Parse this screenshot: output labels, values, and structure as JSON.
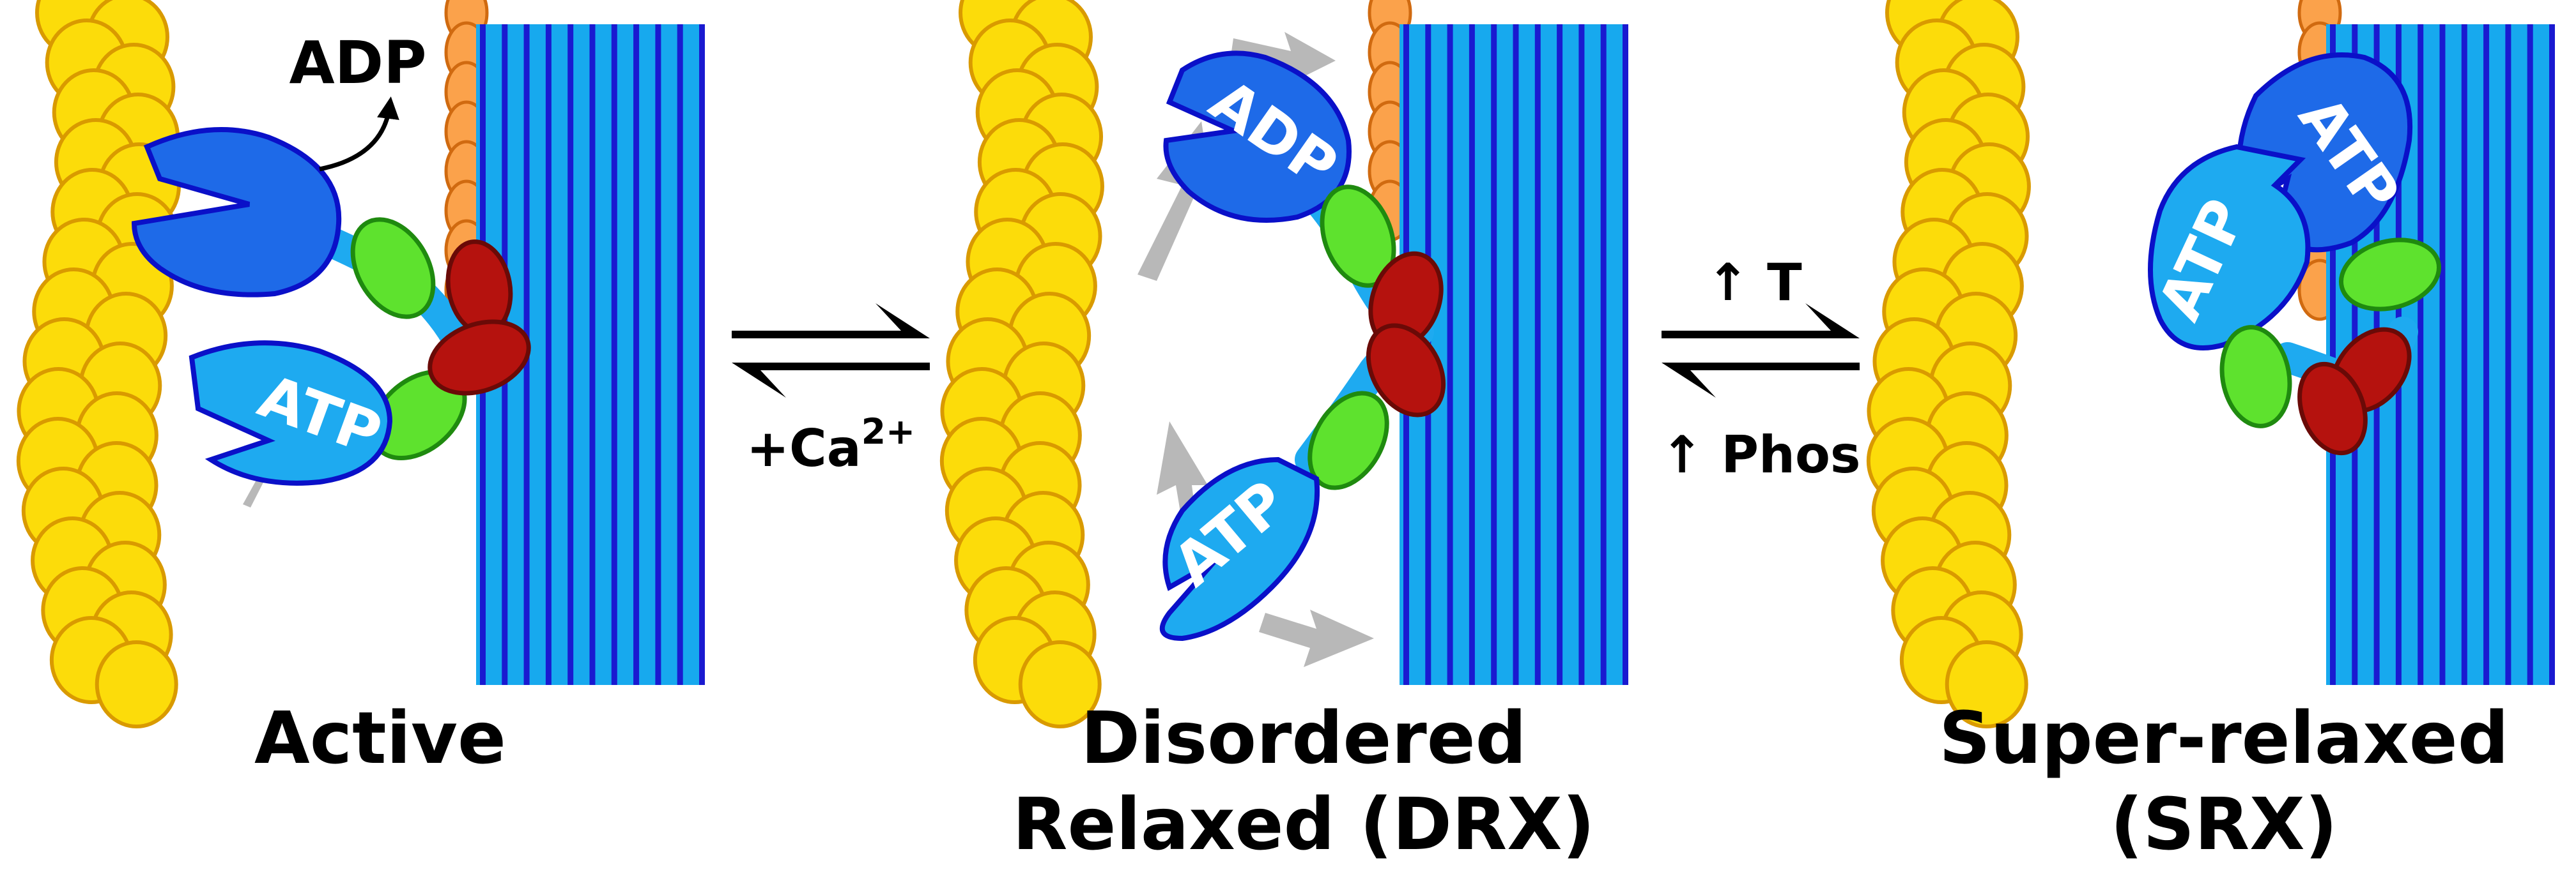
{
  "colors": {
    "actin": "#fcdc0a",
    "actin_stroke": "#d99a00",
    "myosin_dark": "#1e6ae8",
    "myosin_light": "#1eaaf0",
    "myosin_stroke": "#0a10c8",
    "elc": "#5ee22e",
    "elc_stroke": "#1f8a0f",
    "rlc": "#b5120e",
    "rlc_stroke": "#6a0a07",
    "mybpc": "#fba24b",
    "mybpc_stroke": "#d06a10",
    "thick_filament": "#17a9ee",
    "thick_stripe": "#1a1ad0",
    "motion_arrow": "#b8b8b8"
  },
  "panels": [
    {
      "caption_lines": [
        "Active"
      ],
      "heads": [
        {
          "label": "",
          "icon": "myosin-head-icon"
        },
        {
          "label": "ATP",
          "icon": "myosin-head-icon"
        }
      ],
      "release_label": "ADP"
    },
    {
      "caption_lines": [
        "Disordered",
        "Relaxed (DRX)"
      ],
      "heads": [
        {
          "label": "ADP",
          "icon": "myosin-head-icon"
        },
        {
          "label": "ATP",
          "icon": "myosin-head-icon"
        }
      ]
    },
    {
      "caption_lines": [
        "Super-relaxed",
        "(SRX)"
      ],
      "heads": [
        {
          "label": "ATP",
          "icon": "myosin-head-icon"
        },
        {
          "label": "ATP",
          "icon": "myosin-head-icon"
        }
      ]
    }
  ],
  "transitions": [
    {
      "above": "",
      "below_prefix": "+Ca",
      "below_sup": "2+"
    },
    {
      "above": "↑ T",
      "below": "↑ Phos"
    }
  ]
}
